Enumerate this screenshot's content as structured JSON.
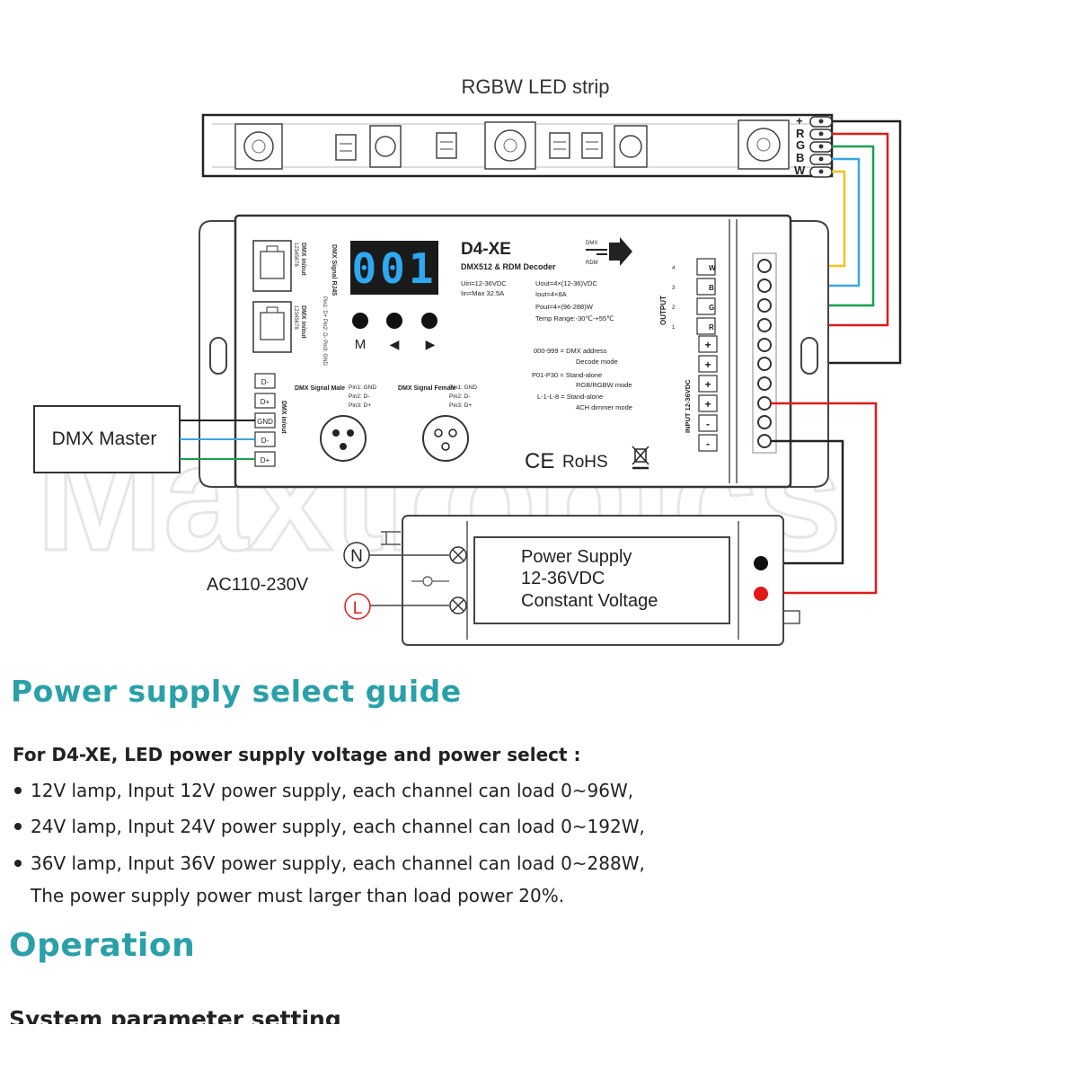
{
  "diagram": {
    "strip_title": "RGBW LED strip",
    "strip_pins": [
      "+",
      "R",
      "G",
      "B",
      "W"
    ],
    "dmx_master": "DMX Master",
    "dmx_master_pins": [
      "D-",
      "D+",
      "GND",
      "D-",
      "D+"
    ],
    "dmx_in_out_label": "DMX in/out",
    "decoder": {
      "model": "D4-XE",
      "subtitle": "DMX512 & RDM Decoder",
      "display": "001",
      "buttons": [
        "M",
        "◀",
        "▶"
      ],
      "specs_left": [
        "Uin=12-36VDC",
        "Iin=Max 32.5A"
      ],
      "specs_right": [
        "Uout=4×(12-36)VDC",
        "Iout=4×8A",
        "Pout=4×(96-288)W",
        "Temp Range:-30℃-+55℃"
      ],
      "modes": [
        "000-999 = DMX address",
        "Decode mode",
        "P01-P30 = Stand-alone",
        "RGB/RGBW mode",
        "L-1-L-8 = Stand-alone",
        "4CH dimmer mode"
      ],
      "rj45_top": "DMX Signal RJ45",
      "rj45_top_pins": "Pin1: D+ Pin2: D- Pin3: GND",
      "rj45_in_out_1": "DMX in/out",
      "rj45_in_out_2": "DMX in/out",
      "rj45_numbers": "12345678",
      "xlr_male": "DMX Signal Male",
      "xlr_male_pins": [
        "Pin1: GND",
        "Pin2: D-",
        "Pin3: D+"
      ],
      "xlr_female": "DMX Signal Female",
      "xlr_female_pins": [
        "Pin1: GND",
        "Pin2: D-",
        "Pin3: D+"
      ],
      "ce_mark": "CE",
      "rohs": "RoHS",
      "dmx_rdm_icon": [
        "DMX",
        "RDM"
      ],
      "output_label": "OUTPUT",
      "output_channels": [
        "4",
        "3",
        "2",
        "1"
      ],
      "output_codes": [
        "W",
        "B",
        "G",
        "R"
      ],
      "input_label": "INPUT 12-36VDC",
      "terminal_signs": [
        "+",
        "+",
        "+",
        "+",
        "-",
        "-"
      ]
    },
    "power_supply": {
      "lines": [
        "Power Supply",
        "12-36VDC",
        "Constant Voltage"
      ],
      "n_label": "N",
      "l_label": "L",
      "ac_label": "AC110-230V"
    },
    "watermark": "Maxtronics",
    "wire_colors": {
      "plus": "#222222",
      "red": "#e01a1a",
      "green": "#1aa04a",
      "blue": "#3aa6e0",
      "yellow": "#f2c31b",
      "accent": "#2aa0a8"
    }
  },
  "guide": {
    "title": "Power supply select guide",
    "intro": "For D4-XE, LED power supply voltage and power select :",
    "bullets": [
      "12V lamp, Input 12V power supply, each channel can load 0~96W,",
      "24V lamp, Input 24V power supply, each channel can load 0~192W,",
      "36V lamp, Input 36V power supply, each channel can load 0~288W,"
    ],
    "note": "The power supply power must larger than load power 20%."
  },
  "operation": {
    "title": "Operation",
    "subtitle": "System parameter setting"
  }
}
